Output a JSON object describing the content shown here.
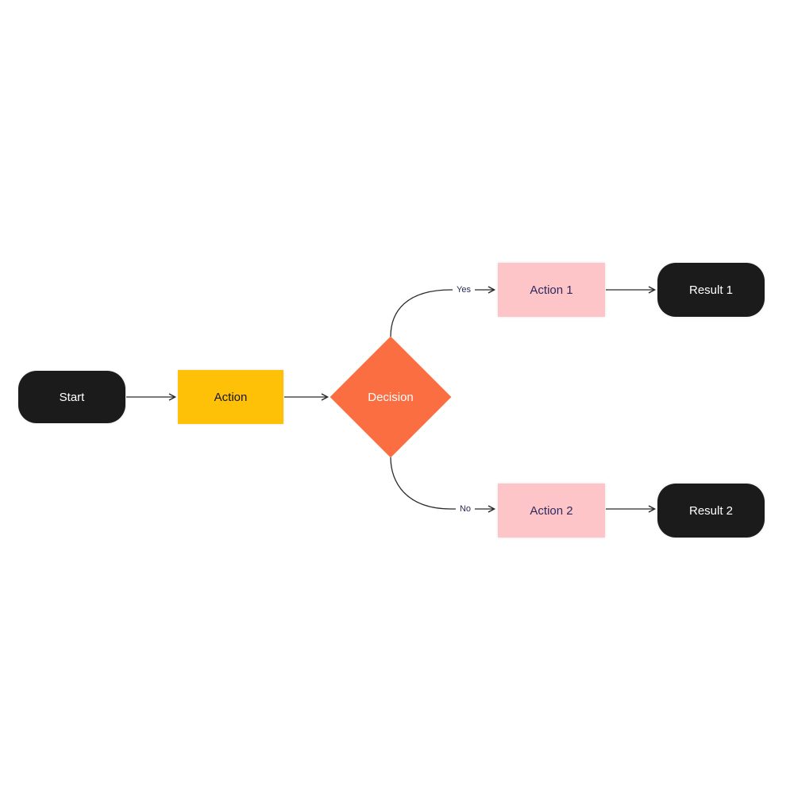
{
  "diagram": {
    "background": "#ffffff",
    "edge_color": "#2b2b2b",
    "edge_label_color": "#2b2b55",
    "nodes": [
      {
        "id": "start",
        "label": "Start",
        "shape": "rounded-rectangle",
        "fill": "#1b1b1b",
        "text_color": "#ffffff"
      },
      {
        "id": "action",
        "label": "Action",
        "shape": "rectangle",
        "fill": "#ffc107",
        "text_color": "#141429"
      },
      {
        "id": "decision",
        "label": "Decision",
        "shape": "diamond",
        "fill": "#fa6e41",
        "text_color": "#ffffff"
      },
      {
        "id": "action1",
        "label": "Action 1",
        "shape": "rectangle",
        "fill": "#fec5c8",
        "text_color": "#2d2a5e"
      },
      {
        "id": "result1",
        "label": "Result 1",
        "shape": "rounded-rectangle",
        "fill": "#1b1b1b",
        "text_color": "#ffffff"
      },
      {
        "id": "action2",
        "label": "Action 2",
        "shape": "rectangle",
        "fill": "#fec5c8",
        "text_color": "#2d2a5e"
      },
      {
        "id": "result2",
        "label": "Result 2",
        "shape": "rounded-rectangle",
        "fill": "#1b1b1b",
        "text_color": "#ffffff"
      }
    ],
    "edges": [
      {
        "from": "start",
        "to": "action",
        "label": ""
      },
      {
        "from": "action",
        "to": "decision",
        "label": ""
      },
      {
        "from": "decision",
        "to": "action1",
        "label": "Yes"
      },
      {
        "from": "decision",
        "to": "action2",
        "label": "No"
      },
      {
        "from": "action1",
        "to": "result1",
        "label": ""
      },
      {
        "from": "action2",
        "to": "result2",
        "label": ""
      }
    ]
  }
}
